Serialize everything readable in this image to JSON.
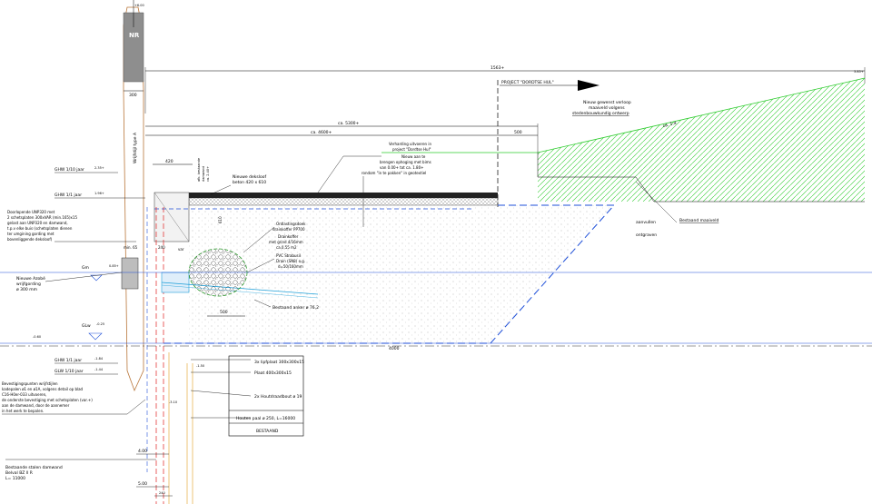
{
  "top_marker": "+6.00",
  "pile_code": "NR",
  "dim_300": "300",
  "wrijfstijl": "Wrijfstijl type A",
  "dim_1563": "1563+",
  "project_label": "PROJECT \"DORDTSE HUL\"",
  "top_right_level": "3.85+",
  "new_profile_note": [
    "Nieuw gewenst verloop",
    "maaiveld volgens",
    "stedenbouwkundig ontwerp"
  ],
  "slope": "ca. 1:4",
  "dim_5300": "ca. 5300+",
  "dim_4600": "ca. 4600+",
  "dim_500": "500",
  "dim_420": "420",
  "bestaande_damwand": [
    "afk. bestaande",
    "damwand",
    "ca. 2.40+"
  ],
  "paving_note": [
    "Verharding uitvoeren in",
    "project \"Dordtse Hul\"",
    "Nieuw aan te",
    "brengen ophoging met bims",
    "van 0.00+ tot ca. 1.80+",
    "rondom \"in te pakken\" in geotextiel"
  ],
  "ghw_10": "GHW 1/10 jaar",
  "ghw_10_val": "2.35+",
  "ghw_1": "GHW 1/1 jaar",
  "ghw_1_val": "1.96+",
  "deksloof_note": [
    "Nieuwe deksloof",
    "beton 420 x 610"
  ],
  "dim_610": "610",
  "unp_note": [
    "Doorlopende UNP320 met",
    "2 schetsplaten 300xVAR (min.165)x15",
    "gelast aan UNP320 en damwand,",
    "t.p.v elke buis (schetsplaten dienen",
    "ter umgining gording met",
    "bovenliggende deksloof)"
  ],
  "min_65": "min. 65",
  "dim_240": "240",
  "var_label": "var",
  "aanvullen": "aanvullen",
  "ontgraven": "ontgraven",
  "bestaand_maaiveld": "Bestaand maaiveld",
  "drainage_note": [
    "Ontlastingsdoek",
    "drainkoffer PP700",
    "Drainkoffer",
    "met grind 4/16mm",
    "ca.0,55 m2",
    "PVC Strabusil",
    "Drain (SN8) o.g.",
    "d=50/160mm"
  ],
  "gm_label": "Gm",
  "gm_val": "0.85+",
  "azobe_note": [
    "Nieuwe Azobé",
    "wrijfgording",
    "ø 300 mm"
  ],
  "dim_500b": "500",
  "anker_note": "Bestaand anker ø 76,2",
  "glw_label": "GLw",
  "glw_val": "-0.25",
  "level_low": "-0.60",
  "dim_4000": "4000",
  "ghw_1b": "GHW 1/1 jaar",
  "ghw_1b_val": "-1.84",
  "glw_10": "GLW 1/10 jaar",
  "glw_10_val": "-1.44",
  "level_1_5": "-1.50",
  "legend_rows": [
    "3x lipfplaat 300x300x15",
    "Plaat 400x300x15",
    "2x Houtdraadbout ø 19",
    "Houten paal ø 250, L=16000"
  ],
  "legend_footer": "BESTAAND",
  "bevestiging_note": [
    "Bevestigingspunten wrijfstijlen",
    "kadepalen ø1 en ø1A, volgens detail op blad",
    "C16-H0er-033 uitvoeren,",
    "de onderste bevestiging met schetsplaten (var.+)",
    "aan de damwand, door de aannemer",
    "in het werk te bepalen."
  ],
  "level_3_10": "-3.10",
  "dim_400": "4.00",
  "damwand_note": [
    "Bestaande stalen damwand",
    "Belval BZ ll R",
    "L= 11000"
  ],
  "dim_500c": "5.00",
  "dim_bottom": "240"
}
